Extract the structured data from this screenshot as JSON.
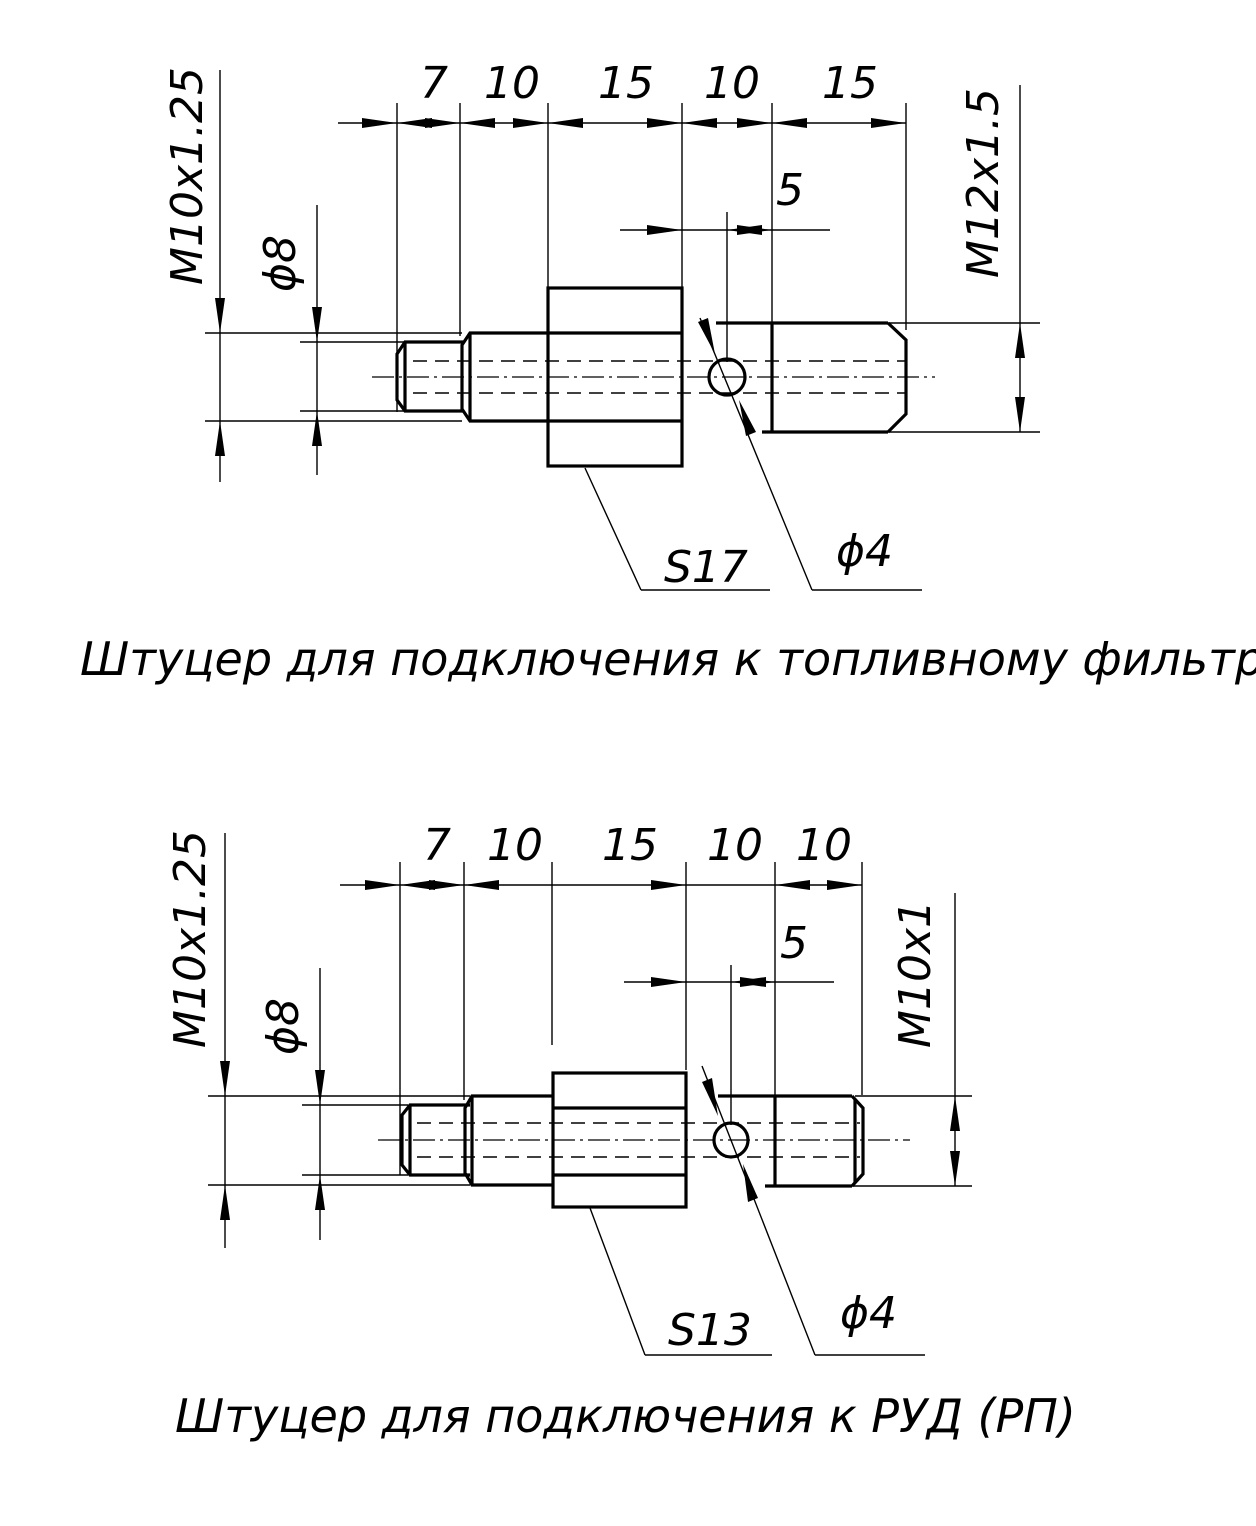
{
  "part1": {
    "caption": "Штуцер для подключения к топливному фильтру",
    "dims_top": [
      "7",
      "10",
      "15",
      "10",
      "15"
    ],
    "dim_hole_offset": "5",
    "thread_left": "M10x1.25",
    "diameter_left": "ϕ8",
    "thread_right": "M12x1.5",
    "hex_size": "S17",
    "hole_diameter": "ϕ4"
  },
  "part2": {
    "caption": "Штуцер для подключения к РУД (РП)",
    "dims_top": [
      "7",
      "10",
      "15",
      "10",
      "10"
    ],
    "dim_hole_offset": "5",
    "thread_left": "M10x1.25",
    "diameter_left": "ϕ8",
    "thread_right": "M10x1",
    "hex_size": "S13",
    "hole_diameter": "ϕ4"
  }
}
